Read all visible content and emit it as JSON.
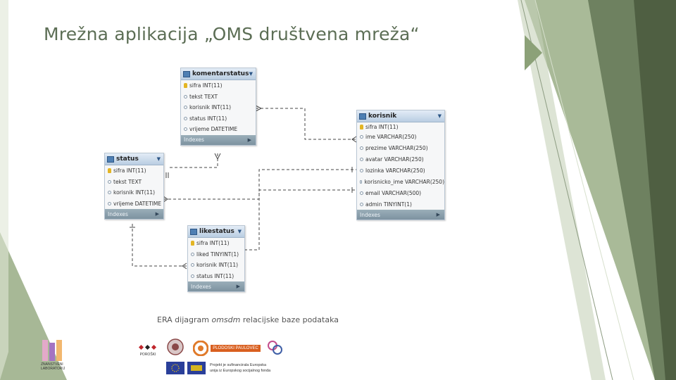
{
  "slide": {
    "title": "Mrežna aplikacija „OMS društvena mreža“",
    "caption_prefix": "ERA dijagram ",
    "caption_italic": "omsdm",
    "caption_suffix": " relacijske baze podataka"
  },
  "diagram": {
    "tables": [
      {
        "name": "komentarstatus",
        "columns": [
          {
            "text": "sifra INT(11)",
            "key": true
          },
          {
            "text": "tekst TEXT",
            "key": false
          },
          {
            "text": "korisnik INT(11)",
            "key": false
          },
          {
            "text": "status INT(11)",
            "key": false
          },
          {
            "text": "vrijeme DATETIME",
            "key": false
          }
        ],
        "indexes_label": "Indexes"
      },
      {
        "name": "korisnik",
        "columns": [
          {
            "text": "sifra INT(11)",
            "key": true
          },
          {
            "text": "ime VARCHAR(250)",
            "key": false
          },
          {
            "text": "prezime VARCHAR(250)",
            "key": false
          },
          {
            "text": "avatar VARCHAR(250)",
            "key": false
          },
          {
            "text": "lozinka VARCHAR(250)",
            "key": false
          },
          {
            "text": "korisnicko_ime VARCHAR(250)",
            "key": false
          },
          {
            "text": "email VARCHAR(500)",
            "key": false
          },
          {
            "text": "admin TINYINT(1)",
            "key": false
          }
        ],
        "indexes_label": "Indexes"
      },
      {
        "name": "status",
        "columns": [
          {
            "text": "sifra INT(11)",
            "key": true
          },
          {
            "text": "tekst TEXT",
            "key": false
          },
          {
            "text": "korisnik INT(11)",
            "key": false
          },
          {
            "text": "vrijeme DATETIME",
            "key": false
          }
        ],
        "indexes_label": "Indexes"
      },
      {
        "name": "likestatus",
        "columns": [
          {
            "text": "sifra INT(11)",
            "key": true
          },
          {
            "text": "liked TINYINT(1)",
            "key": false
          },
          {
            "text": "korisnik INT(11)",
            "key": false
          },
          {
            "text": "status INT(11)",
            "key": false
          }
        ],
        "indexes_label": "Indexes"
      }
    ]
  },
  "footer": {
    "logo1": "ZNANSTVENI LABORATORIJ",
    "logo2": "POROŠKI",
    "logo4": "PLODOSKI PAULOVEC",
    "eu_text_line1": "Projekt je sufinancirala Europska",
    "eu_text_line2": "unija iz Europskog socijalnog fonda"
  },
  "colors": {
    "title": "#5c6e55",
    "band_light": "#a7b896",
    "band_mid": "#8ca178",
    "band_dark": "#5e6f4f",
    "key_icon": "#e3b524"
  }
}
